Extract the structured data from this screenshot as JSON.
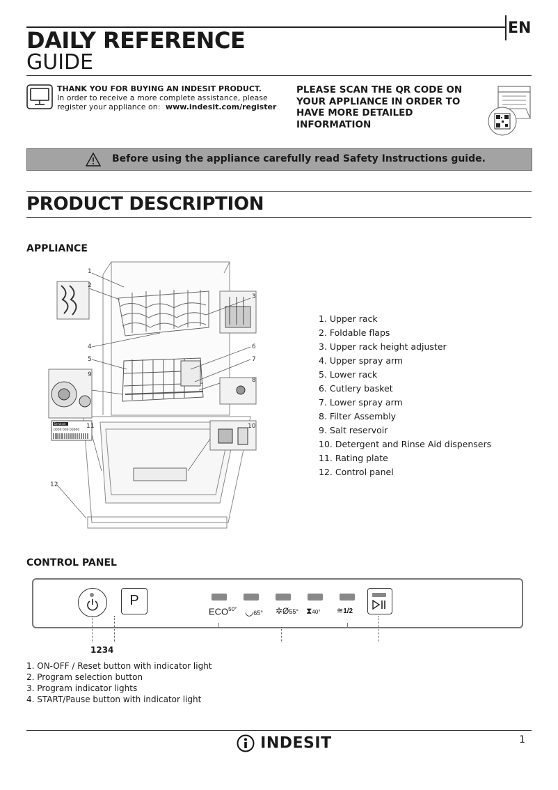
{
  "header": {
    "title_line1": "DAILY REFERENCE",
    "title_line2": "GUIDE",
    "language": "EN"
  },
  "intro": {
    "thanks_bold": "THANK YOU FOR BUYING AN INDESIT PRODUCT.",
    "thanks_line2": "In order to receive a more complete assistance, please",
    "thanks_line3_prefix": "register your appliance on:",
    "register_url": "www.indesit.com/register",
    "qr_text": "PLEASE SCAN THE QR CODE ON YOUR APPLIANCE IN ORDER TO HAVE MORE DETAILED INFORMATION"
  },
  "safety_banner": "Before using the appliance carefully read Safety Instructions guide.",
  "product_description": {
    "heading": "PRODUCT  DESCRIPTION",
    "appliance_heading": "APPLIANCE",
    "parts": [
      "1.  Upper rack",
      "2.  Foldable flaps",
      "3.  Upper rack height adjuster",
      "4.  Upper spray arm",
      "5.  Lower rack",
      "6.  Cutlery basket",
      "7.  Lower spray arm",
      "8.  Filter Assembly",
      "9.  Salt reservoir",
      "10.  Detergent and Rinse Aid dispensers",
      "11.  Rating plate",
      "12.  Control panel"
    ],
    "diagram_labels": [
      "1",
      "2",
      "3",
      "4",
      "5",
      "6",
      "7",
      "8",
      "9",
      "10",
      "11",
      "12"
    ],
    "rating_plate_label": "Service:",
    "rating_plate_number": "0000 000 00000"
  },
  "control_panel": {
    "heading": "CONTROL PANEL",
    "program_button_label": "P",
    "programs": [
      {
        "name": "ECO",
        "temp": "50°"
      },
      {
        "name": "",
        "temp": "65°"
      },
      {
        "name": "",
        "temp": "55°"
      },
      {
        "name": "",
        "temp": "40°"
      },
      {
        "name": "",
        "temp": "1/2"
      }
    ],
    "numbers": "1234",
    "items": [
      "1.  ON-OFF / Reset button with indicator light",
      "2.  Program selection button",
      "3.  Program indicator lights",
      "4.  START/Pause button with indicator light"
    ]
  },
  "footer": {
    "brand": "INDESIT",
    "page": "1"
  }
}
